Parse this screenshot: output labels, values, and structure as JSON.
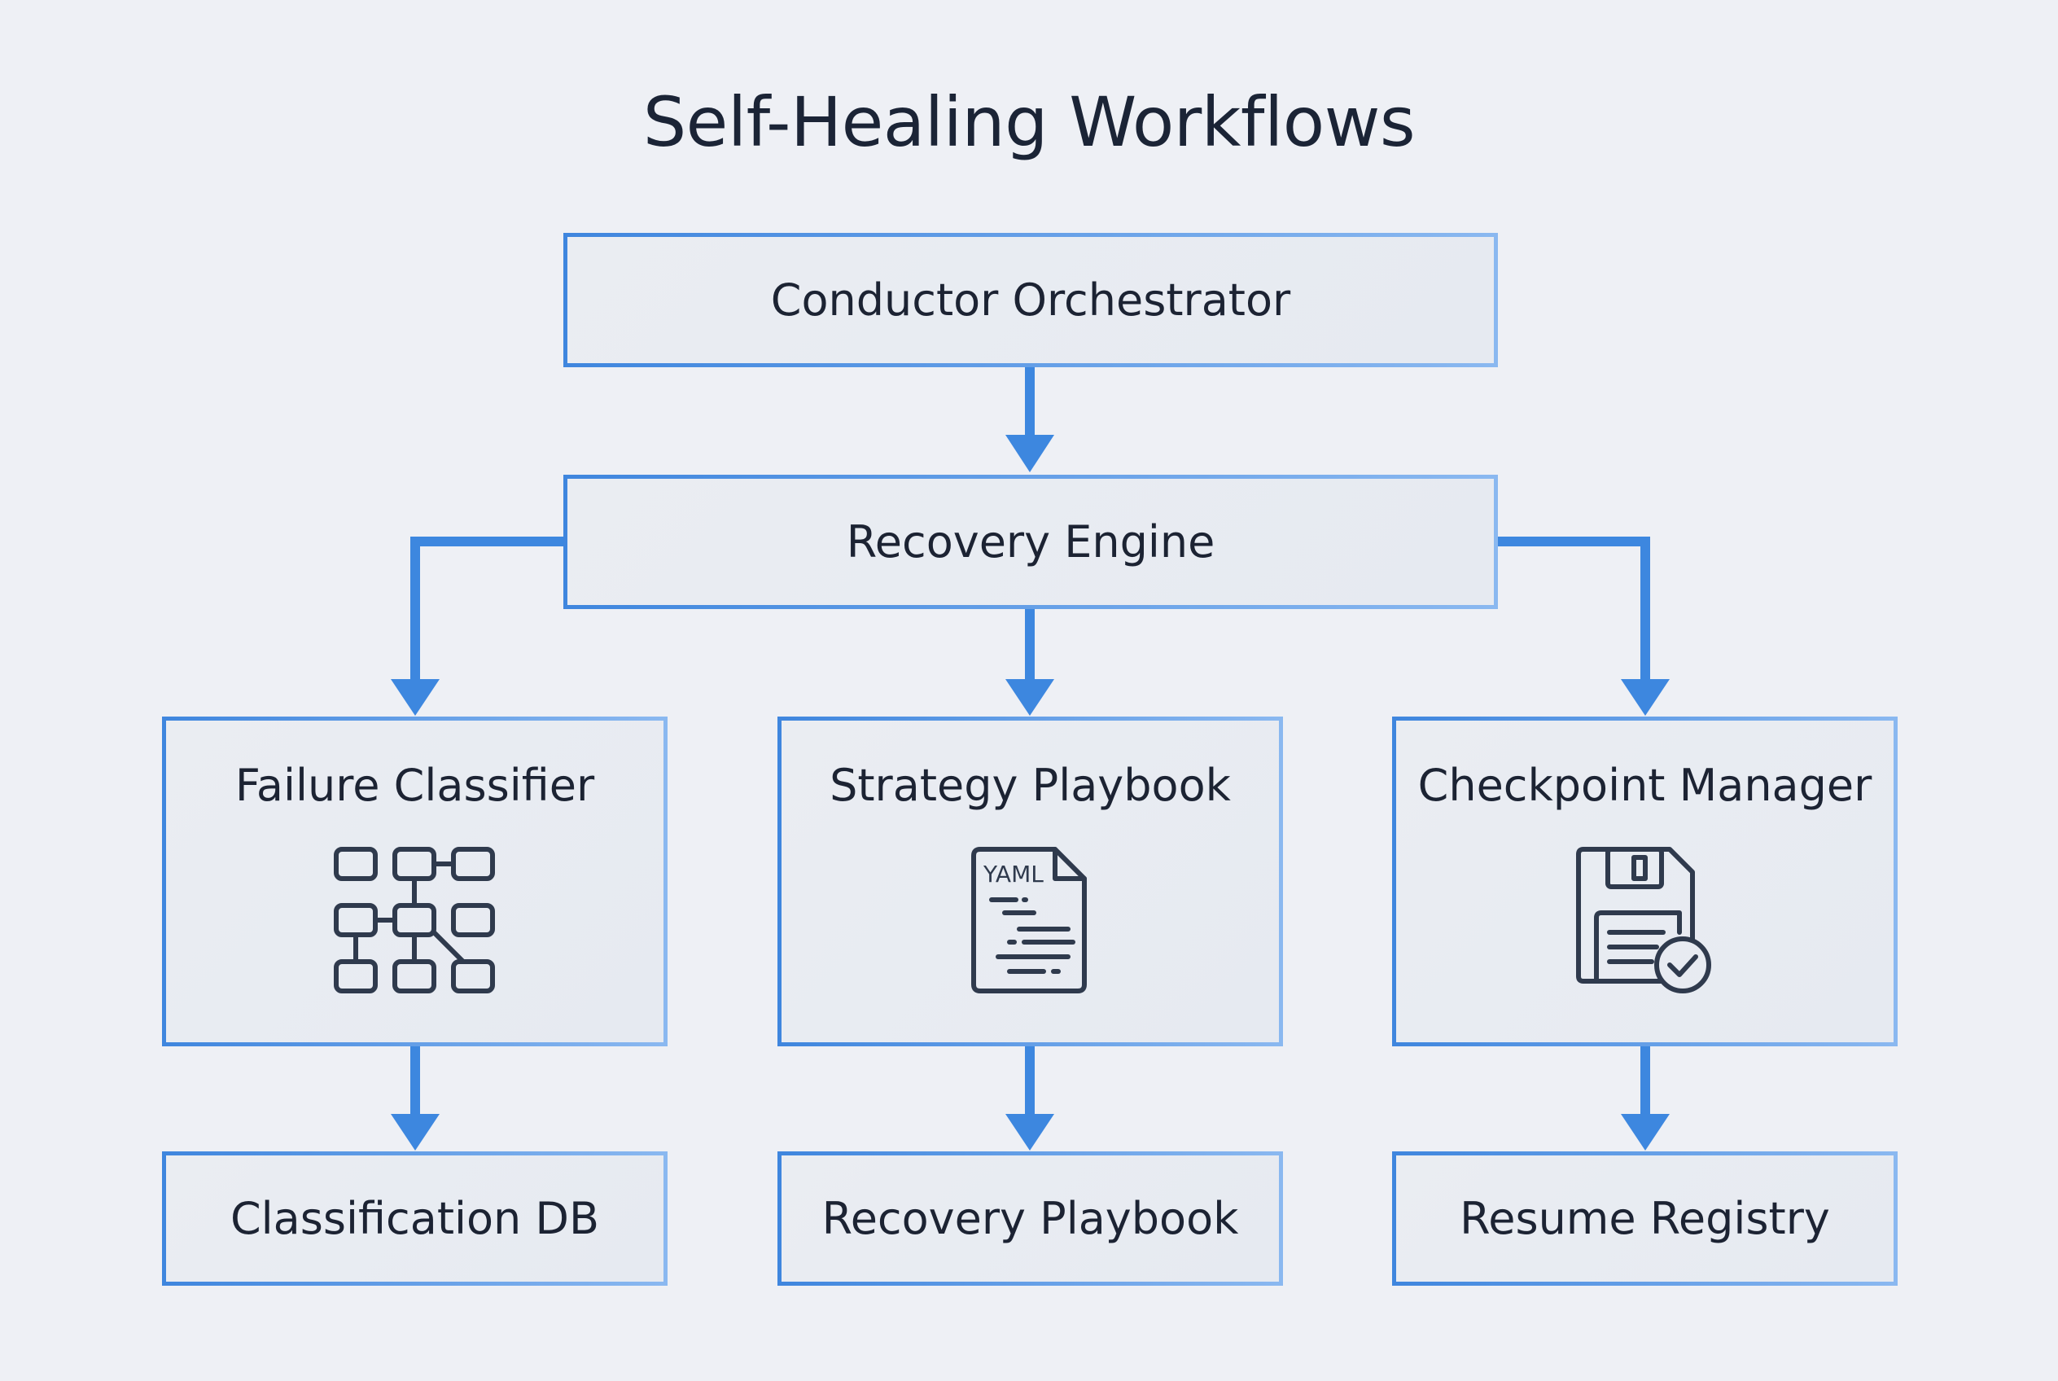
{
  "title": "Self-Healing Workflows",
  "colors": {
    "accent": "#3f86de",
    "accent_light": "#8ab8f0",
    "background": "#eef0f5",
    "text": "#1c2333",
    "icon_stroke": "#2f3a4d"
  },
  "nodes": {
    "conductor": {
      "label": "Conductor Orchestrator"
    },
    "recovery_engine": {
      "label": "Recovery Engine"
    },
    "failure_classifier": {
      "label": "Failure Classifier",
      "icon": "network-grid-icon"
    },
    "strategy_playbook": {
      "label": "Strategy Playbook",
      "icon": "yaml-document-icon",
      "icon_text": "YAML"
    },
    "checkpoint_manager": {
      "label": "Checkpoint Manager",
      "icon": "save-checkpoint-icon"
    },
    "classification_db": {
      "label": "Classification DB"
    },
    "recovery_playbook": {
      "label": "Recovery Playbook"
    },
    "resume_registry": {
      "label": "Resume Registry"
    }
  },
  "edges": [
    {
      "from": "Conductor Orchestrator",
      "to": "Recovery Engine"
    },
    {
      "from": "Recovery Engine",
      "to": "Failure Classifier"
    },
    {
      "from": "Recovery Engine",
      "to": "Strategy Playbook"
    },
    {
      "from": "Recovery Engine",
      "to": "Checkpoint Manager"
    },
    {
      "from": "Failure Classifier",
      "to": "Classification DB"
    },
    {
      "from": "Strategy Playbook",
      "to": "Recovery Playbook"
    },
    {
      "from": "Checkpoint Manager",
      "to": "Resume Registry"
    }
  ]
}
